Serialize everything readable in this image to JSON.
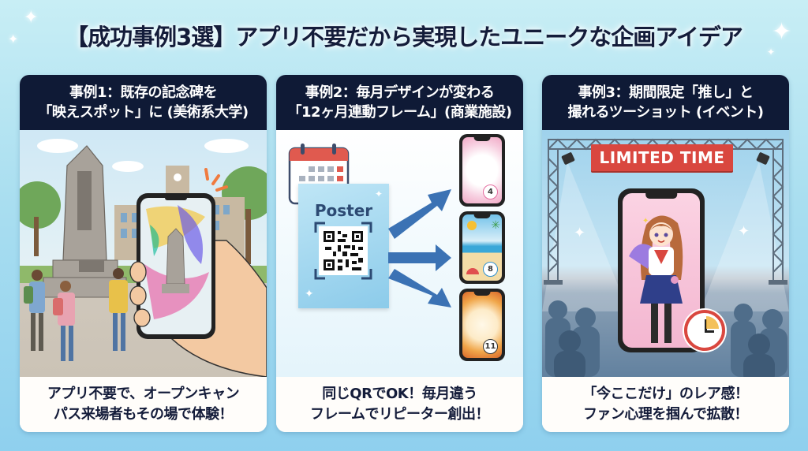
{
  "title": "【成功事例3選】アプリ不要だから実現したユニークな企画アイデア",
  "colors": {
    "background": "#a9def0",
    "card_header": "#0f1a36",
    "card_footer": "#fffdfa",
    "text_dark": "#141c3a",
    "arrow_blue": "#3b72b4",
    "banner_red": "#d9473f"
  },
  "cards": [
    {
      "header_line1": "事例1：既存の記念碑を",
      "header_line2": "「映えスポット」に (美術系大学)",
      "footer_line1": "アプリ不要で、オープンキャン",
      "footer_line2": "パス来場者もその場で体験！",
      "illustration": "campus-monument-ar-phone"
    },
    {
      "header_line1": "事例2：毎月デザインが変わる",
      "header_line2": "「12ヶ月連動フレーム」(商業施設)",
      "footer_line1": "同じQRでOK！毎月違う",
      "footer_line2": "フレームでリピーター創出！",
      "illustration": "poster-qr-to-monthly-frames",
      "poster_label": "Poster",
      "frames": [
        {
          "month": "4",
          "theme": "sakura"
        },
        {
          "month": "8",
          "theme": "beach"
        },
        {
          "month": "11",
          "theme": "autumn-leaves"
        }
      ]
    },
    {
      "header_line1": "事例3：期間限定「推し」と",
      "header_line2": "撮れるツーショット (イベント)",
      "footer_line1": "「今ここだけ」のレア感！",
      "footer_line2": "ファン心理を掴んで拡散！",
      "illustration": "event-stage-character-phone",
      "banner_text": "LIMITED TIME"
    }
  ]
}
